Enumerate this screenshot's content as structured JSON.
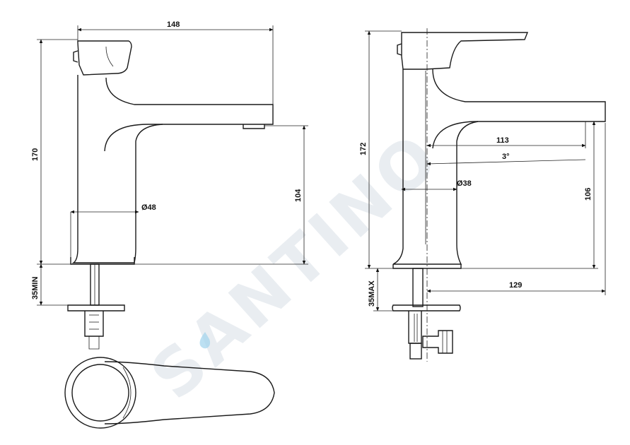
{
  "watermark": {
    "text": "SANTINO",
    "color": "#e9edf1",
    "drop_color": "#9fd3ec"
  },
  "dimensions": {
    "left_width": "148",
    "left_height": "170",
    "left_spout_height": "104",
    "left_base_diameter": "Ø48",
    "left_under_counter": "35MIN",
    "right_height": "172",
    "right_reach_inner": "113",
    "right_angle": "3°",
    "right_base_diameter": "Ø38",
    "right_spout_height": "106",
    "right_reach_total": "129",
    "right_under_counter": "35MAX"
  },
  "colors": {
    "line": "#1a1a1a",
    "background": "#ffffff"
  }
}
